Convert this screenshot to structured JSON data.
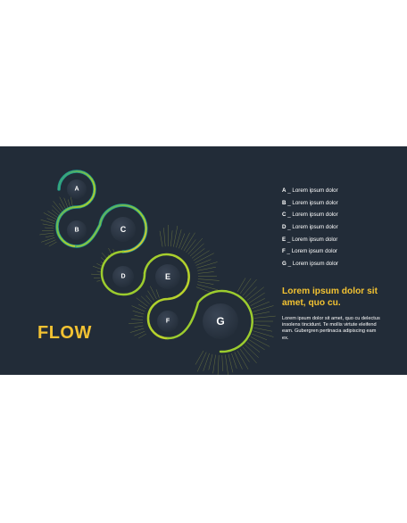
{
  "title": "FLOW",
  "nodes": [
    {
      "label": "A"
    },
    {
      "label": "B"
    },
    {
      "label": "C"
    },
    {
      "label": "D"
    },
    {
      "label": "E"
    },
    {
      "label": "F"
    },
    {
      "label": "G"
    }
  ],
  "legend": [
    {
      "key": "A",
      "text": "Lorem ipsum dolor"
    },
    {
      "key": "B",
      "text": "Lorem ipsum dolor"
    },
    {
      "key": "C",
      "text": "Lorem ipsum dolor"
    },
    {
      "key": "D",
      "text": "Lorem ipsum dolor"
    },
    {
      "key": "E",
      "text": "Lorem ipsum dolor"
    },
    {
      "key": "F",
      "text": "Lorem ipsum dolor"
    },
    {
      "key": "G",
      "text": "Lorem ipsum dolor"
    }
  ],
  "legend_separator": "_",
  "heading": "Lorem ipsum dolor sit amet, quo cu.",
  "body": "Lorem ipsum dolor sit amet, quo cu delectus insolens tincidunt. Te mollis virtute eleifend eam. Gubergren pertinacia adipiscing eam ex.",
  "colors": {
    "background": "#222c38",
    "accent": "#f2c232",
    "green": "#9ccc2e",
    "teal": "#1e9a8e",
    "node_fill": "#2b3542"
  }
}
